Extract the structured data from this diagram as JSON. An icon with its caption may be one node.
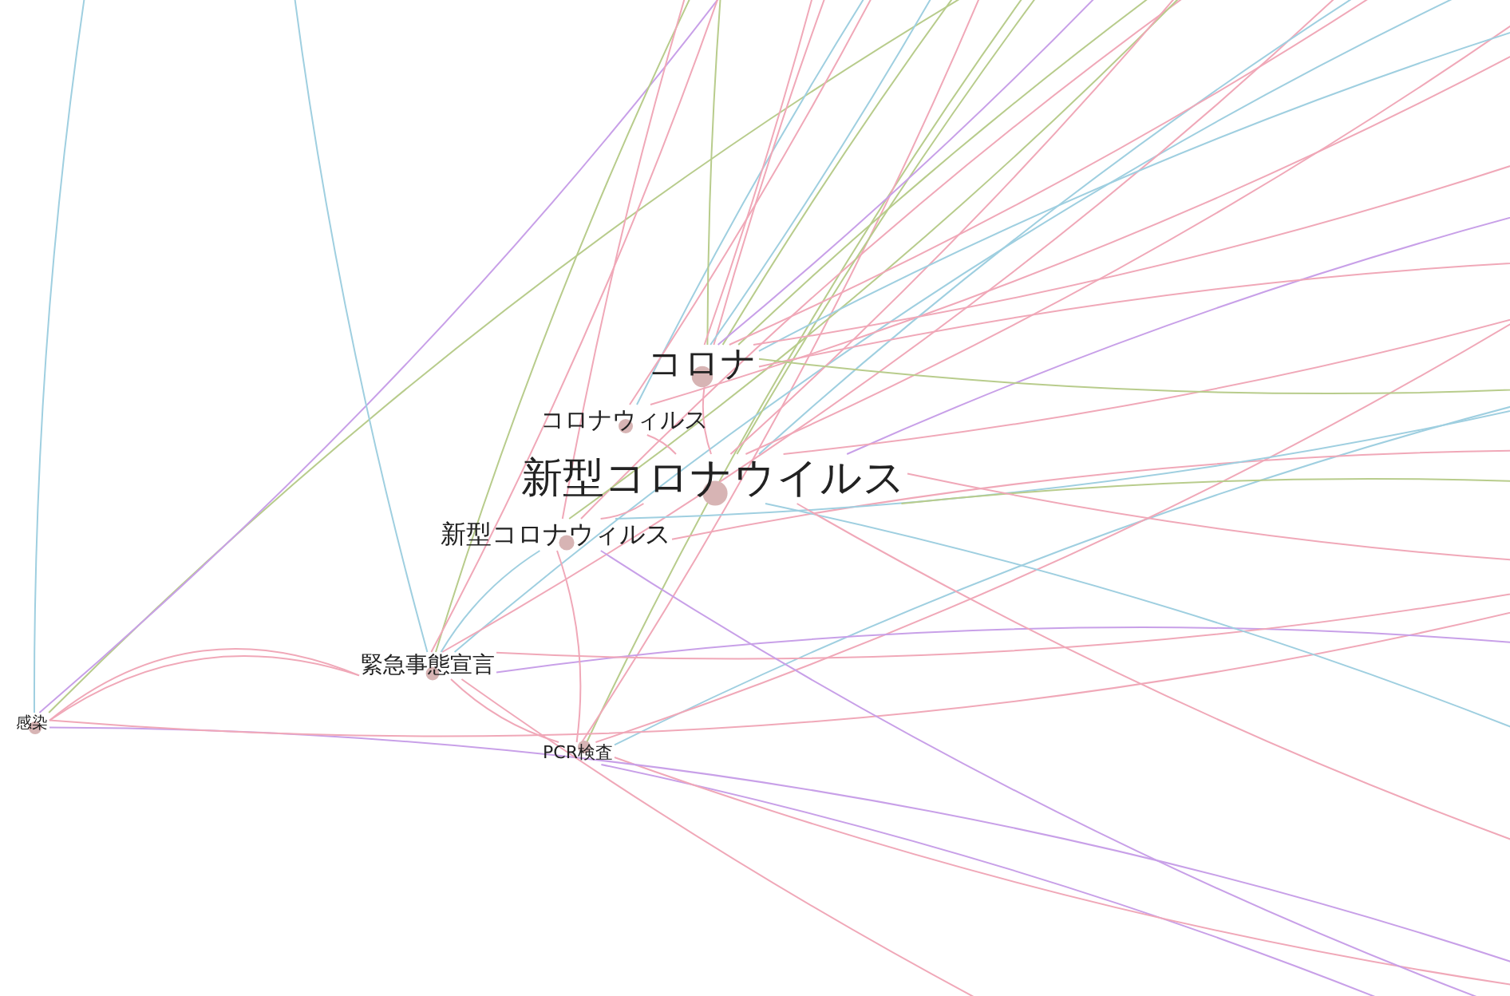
{
  "diagram": {
    "nodes": [
      {
        "text": [
          "コロナ"
        ]
      },
      {
        "text": [
          "コロナウィルス"
        ]
      },
      {
        "text": [
          "新型コロナウイルス"
        ]
      },
      {
        "text": [
          "新型コロナウィルス"
        ]
      },
      {
        "text": [
          "緊急事態宣言"
        ]
      },
      {
        "text": [
          "感染"
        ]
      },
      {
        "text": [
          "PCR検査"
        ]
      }
    ],
    "edges": [
      {
        "from": 0,
        "to": 2,
        "arrow": "none"
      },
      {
        "from": 1,
        "to": 2,
        "arrow": "none"
      },
      {
        "from": 3,
        "to": 2,
        "arrow": "none"
      },
      {
        "from": 4,
        "to": 3,
        "arrow": "none",
        "color": "#9fcfe0"
      },
      {
        "from": 4,
        "to": 6,
        "arrow": "none"
      },
      {
        "from": 3,
        "to": 6,
        "arrow": "none"
      },
      {
        "from": 5,
        "to": 4,
        "arrow": "none"
      },
      {
        "from": 4,
        "to": 5,
        "arrow": "none"
      },
      {
        "from": 0,
        "to": null,
        "arrow": "none"
      },
      {
        "from": 0,
        "to": null,
        "arrow": "none",
        "color": "#b8cc8c"
      },
      {
        "from": 0,
        "to": null,
        "arrow": "none",
        "color": "#9fcfe0"
      },
      {
        "from": 0,
        "to": null,
        "arrow": "none"
      },
      {
        "from": 0,
        "to": null,
        "arrow": "none",
        "color": "#c8a0e8"
      },
      {
        "from": 0,
        "to": null,
        "arrow": "none",
        "color": "#b8cc8c"
      },
      {
        "from": 0,
        "to": null,
        "arrow": "none"
      },
      {
        "from": 0,
        "to": null,
        "arrow": "none",
        "color": "#b8cc8c"
      },
      {
        "from": 0,
        "to": null,
        "arrow": "none"
      },
      {
        "from": 0,
        "to": null,
        "arrow": "none",
        "color": "#9fcfe0"
      },
      {
        "from": 0,
        "to": null,
        "arrow": "none",
        "color": "#b8cc8c"
      },
      {
        "from": 0,
        "to": null,
        "arrow": "none"
      },
      {
        "from": 2,
        "to": null,
        "arrow": "none"
      },
      {
        "from": 2,
        "to": null,
        "arrow": "none",
        "color": "#b8cc8c"
      },
      {
        "from": 2,
        "to": null,
        "arrow": "none"
      },
      {
        "from": 2,
        "to": null,
        "arrow": "none",
        "color": "#9fcfe0"
      },
      {
        "from": 2,
        "to": null,
        "arrow": "none"
      },
      {
        "from": 2,
        "to": null,
        "arrow": "none",
        "color": "#c8a0e8"
      },
      {
        "from": 2,
        "to": null,
        "arrow": "none"
      },
      {
        "from": 2,
        "to": null,
        "arrow": "none",
        "color": "#b8cc8c"
      },
      {
        "from": 2,
        "to": null,
        "arrow": "none"
      },
      {
        "from": 2,
        "to": null,
        "arrow": "none",
        "color": "#9fcfe0"
      },
      {
        "from": 1,
        "to": null,
        "arrow": "none"
      },
      {
        "from": 1,
        "to": null,
        "arrow": "none",
        "color": "#9fcfe0"
      },
      {
        "from": 1,
        "to": null,
        "arrow": "none"
      },
      {
        "from": 3,
        "to": null,
        "arrow": "none"
      },
      {
        "from": 3,
        "to": null,
        "arrow": "none",
        "color": "#b8cc8c"
      },
      {
        "from": 3,
        "to": null,
        "arrow": "none"
      },
      {
        "from": 3,
        "to": null,
        "arrow": "none",
        "color": "#9fcfe0"
      },
      {
        "from": 3,
        "to": null,
        "arrow": "none"
      },
      {
        "from": 3,
        "to": null,
        "arrow": "none",
        "color": "#c8a0e8"
      },
      {
        "from": 4,
        "to": null,
        "arrow": "none",
        "color": "#9fcfe0"
      },
      {
        "from": 4,
        "to": null,
        "arrow": "none"
      },
      {
        "from": 4,
        "to": null,
        "arrow": "none",
        "color": "#b8cc8c"
      },
      {
        "from": 4,
        "to": null,
        "arrow": "none"
      },
      {
        "from": 4,
        "to": null,
        "arrow": "none",
        "color": "#9fcfe0"
      },
      {
        "from": 4,
        "to": null,
        "arrow": "none"
      },
      {
        "from": 4,
        "to": null,
        "arrow": "none",
        "color": "#c8a0e8"
      },
      {
        "from": 4,
        "to": null,
        "arrow": "none"
      },
      {
        "from": 5,
        "to": null,
        "arrow": "none",
        "color": "#9fcfe0"
      },
      {
        "from": 5,
        "to": null,
        "arrow": "none",
        "color": "#c8a0e8"
      },
      {
        "from": 5,
        "to": null,
        "arrow": "none",
        "color": "#b8cc8c"
      },
      {
        "from": 5,
        "to": null,
        "arrow": "none"
      },
      {
        "from": 5,
        "to": null,
        "arrow": "none",
        "color": "#c8a0e8"
      },
      {
        "from": 6,
        "to": null,
        "arrow": "none"
      },
      {
        "from": 6,
        "to": null,
        "arrow": "none",
        "color": "#b8cc8c"
      },
      {
        "from": 6,
        "to": null,
        "arrow": "none"
      },
      {
        "from": 6,
        "to": null,
        "arrow": "none",
        "color": "#9fcfe0"
      },
      {
        "from": 6,
        "to": null,
        "arrow": "none"
      },
      {
        "from": 6,
        "to": null,
        "arrow": "none",
        "color": "#c8a0e8"
      }
    ]
  }
}
